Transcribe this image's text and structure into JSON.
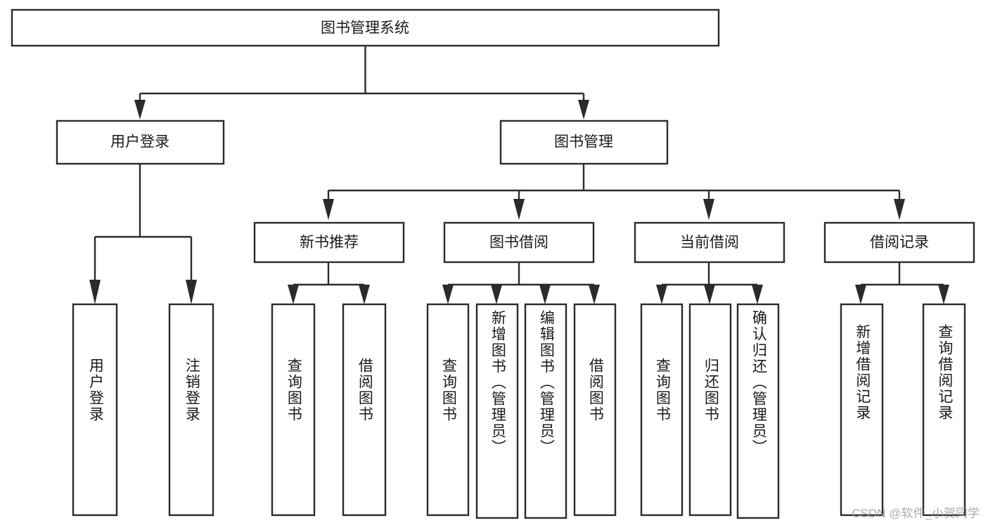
{
  "diagram": {
    "type": "tree-hierarchy",
    "title": "图书管理系统",
    "watermark": "CSDN @软件_小贺同学",
    "colors": {
      "stroke": "#2b2b2b",
      "box_fill": "#ffffff",
      "text": "#1a1a1a",
      "background": "#ffffff",
      "watermark": "#9a9a9a"
    },
    "root": {
      "label": "图书管理系统"
    },
    "level2": [
      {
        "label": "用户登录"
      },
      {
        "label": "图书管理"
      }
    ],
    "level3": [
      {
        "label": "新书推荐"
      },
      {
        "label": "图书借阅"
      },
      {
        "label": "当前借阅"
      },
      {
        "label": "借阅记录"
      }
    ],
    "leaves": {
      "user_login": [
        {
          "label": "用户登录"
        },
        {
          "label": "注销登录"
        }
      ],
      "new_book_recommend": [
        {
          "label": "查询图书"
        },
        {
          "label": "借阅图书"
        }
      ],
      "book_borrow": [
        {
          "label": "查询图书"
        },
        {
          "label": "新增图书（管理员）"
        },
        {
          "label": "编辑图书（管理员）"
        },
        {
          "label": "借阅图书"
        }
      ],
      "current_borrow": [
        {
          "label": "查询图书"
        },
        {
          "label": "归还图书"
        },
        {
          "label": "确认归还（管理员）"
        }
      ],
      "borrow_record": [
        {
          "label": "新增借阅记录"
        },
        {
          "label": "查询借阅记录"
        }
      ]
    }
  }
}
